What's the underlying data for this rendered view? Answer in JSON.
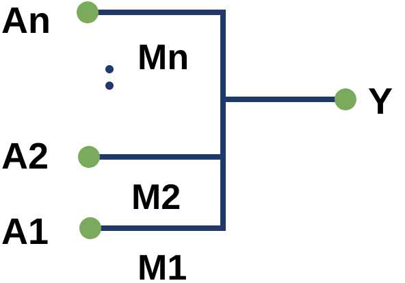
{
  "diagram": {
    "inputs": {
      "an": "An",
      "a2": "A2",
      "a1": "A1"
    },
    "edges": {
      "mn": "Mn",
      "m2": "M2",
      "m1": "M1"
    },
    "output": "Y"
  },
  "colors": {
    "wire": "#1f3a68",
    "terminal": "#7aaa5c",
    "text": "#000000"
  }
}
